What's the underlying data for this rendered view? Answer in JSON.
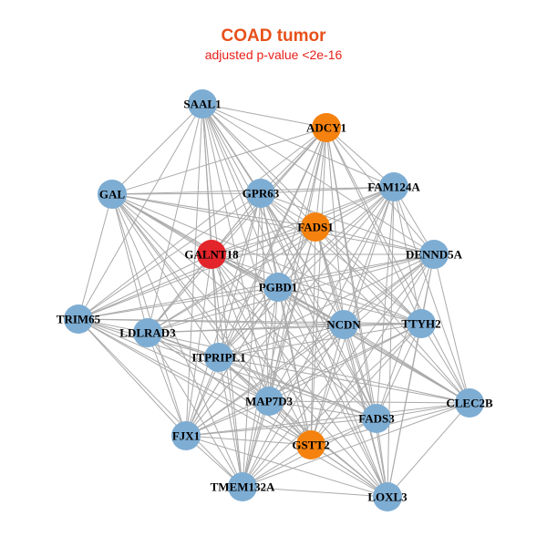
{
  "title": "COAD tumor",
  "subtitle": "adjusted p-value <2e-16",
  "colors": {
    "title": "#e8501a",
    "subtitle": "#e8201a",
    "default_node": "#7eadd3",
    "highlight_node": "#f5820f",
    "focus_node": "#e3242b",
    "edge": "#aaaaaa"
  },
  "nodes": [
    {
      "id": "SAAL1",
      "color": "default"
    },
    {
      "id": "ADCY1",
      "color": "highlight"
    },
    {
      "id": "GAL",
      "color": "default"
    },
    {
      "id": "GPR63",
      "color": "default"
    },
    {
      "id": "FAM124A",
      "color": "default"
    },
    {
      "id": "FADS1",
      "color": "highlight"
    },
    {
      "id": "GALNT18",
      "color": "focus"
    },
    {
      "id": "DENND5A",
      "color": "default"
    },
    {
      "id": "PGBD1",
      "color": "default"
    },
    {
      "id": "TRIM65",
      "color": "default"
    },
    {
      "id": "LDLRAD3",
      "color": "default"
    },
    {
      "id": "NCDN",
      "color": "default"
    },
    {
      "id": "TTYH2",
      "color": "default"
    },
    {
      "id": "ITPRIPL1",
      "color": "default"
    },
    {
      "id": "MAP7D3",
      "color": "default"
    },
    {
      "id": "CLEC2B",
      "color": "default"
    },
    {
      "id": "FADS3",
      "color": "default"
    },
    {
      "id": "FJX1",
      "color": "default"
    },
    {
      "id": "GSTT2",
      "color": "highlight"
    },
    {
      "id": "TMEM132A",
      "color": "default"
    },
    {
      "id": "LOXL3",
      "color": "default"
    }
  ]
}
